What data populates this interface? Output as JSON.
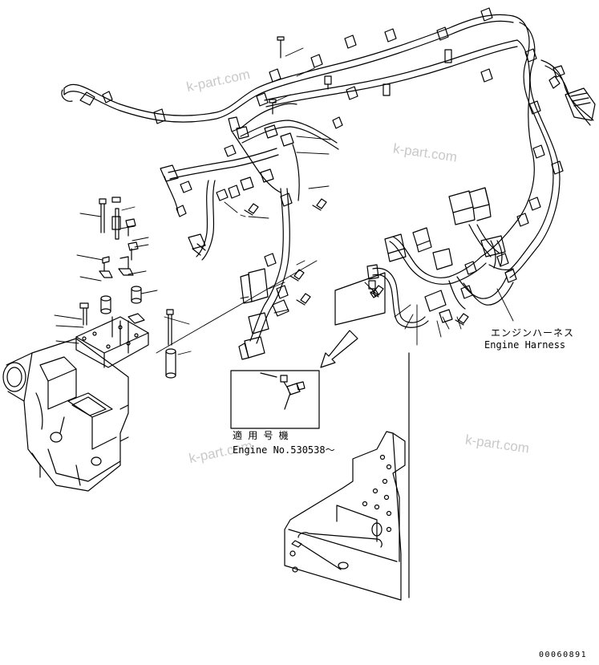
{
  "watermark": "k-part.com",
  "labels": {
    "harness_jp": "エンジンハーネス",
    "harness_en": "Engine Harness",
    "applicable_jp": "適 用 号 機",
    "applicable_en": "Engine No.530538～",
    "drawing_no": "00060891"
  },
  "colors": {
    "line": "#000000",
    "watermark": "#c9c9c9"
  }
}
